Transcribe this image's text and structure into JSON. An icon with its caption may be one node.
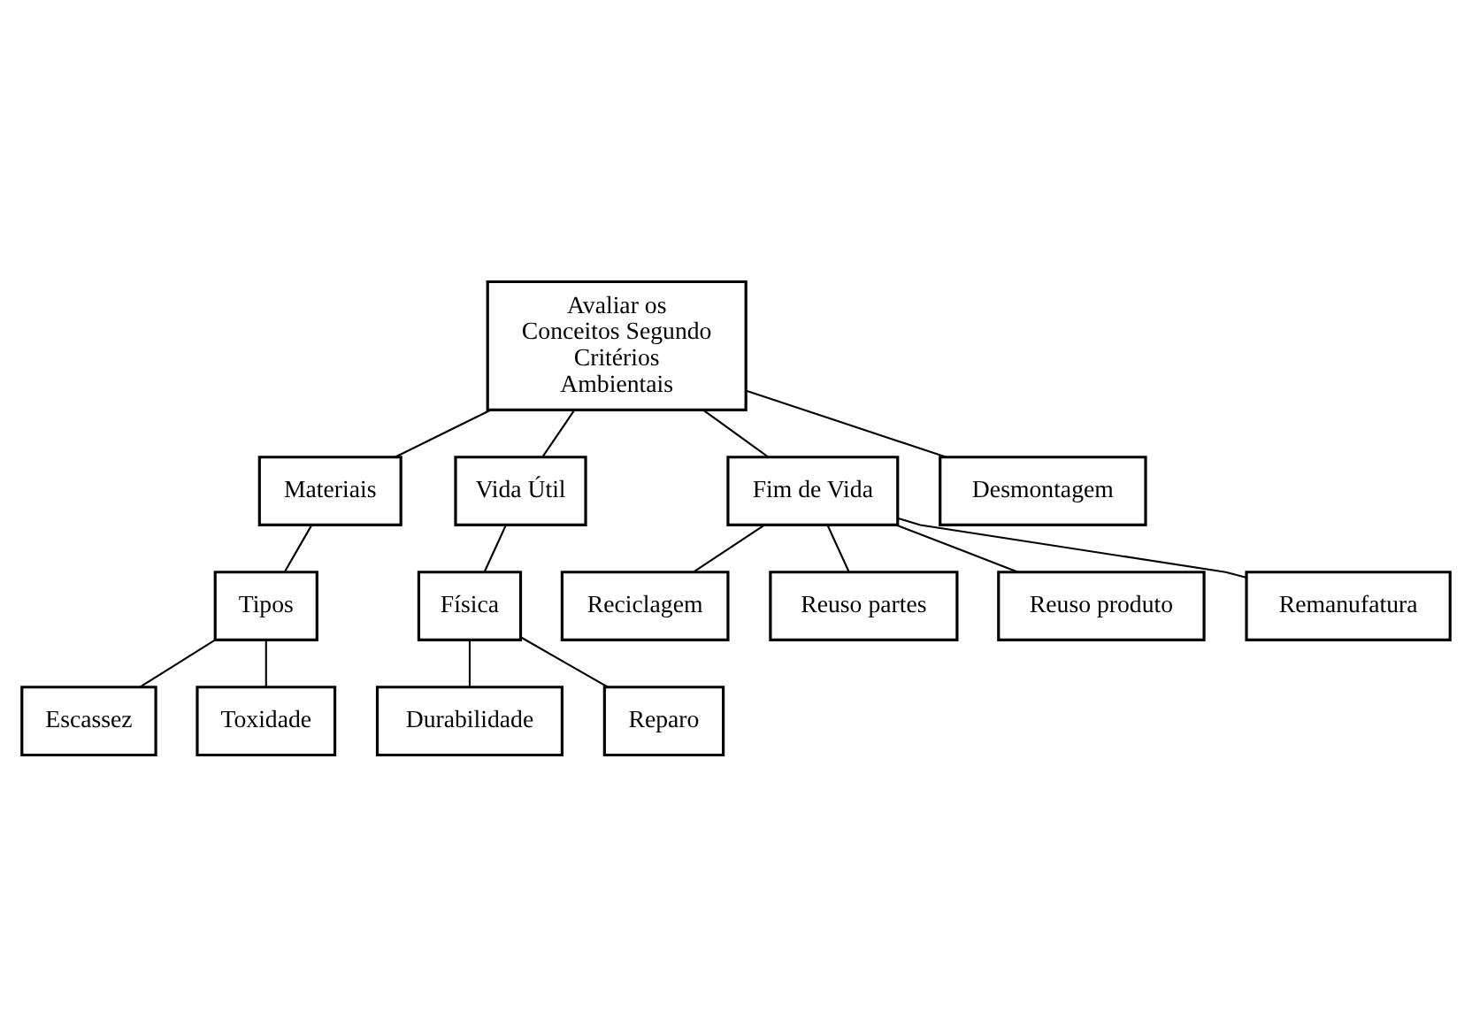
{
  "diagram": {
    "nodes": [
      {
        "text": [
          "Avaliar os Conceitos Segundo Critérios Ambientais"
        ]
      },
      {
        "text": [
          "Materiais"
        ]
      },
      {
        "text": [
          "Vida Útil"
        ]
      },
      {
        "text": [
          "Fim de Vida"
        ]
      },
      {
        "text": [
          "Desmontagem"
        ]
      },
      {
        "text": [
          "Tipos"
        ]
      },
      {
        "text": [
          "Física"
        ]
      },
      {
        "text": [
          "Escassez"
        ]
      },
      {
        "text": [
          "Toxidade"
        ]
      },
      {
        "text": [
          "Durabilidade"
        ]
      },
      {
        "text": [
          "Reparo"
        ]
      },
      {
        "text": [
          "Reciclagem"
        ]
      },
      {
        "text": [
          "Reuso partes"
        ]
      },
      {
        "text": [
          "Reuso produto"
        ]
      },
      {
        "text": [
          "Remanufatura"
        ]
      }
    ],
    "edges": [
      {
        "from": 0,
        "to": 1,
        "arrow": "none"
      },
      {
        "from": 0,
        "to": 2,
        "arrow": "none"
      },
      {
        "from": 0,
        "to": 3,
        "arrow": "none"
      },
      {
        "from": 0,
        "to": 4,
        "arrow": "none"
      },
      {
        "from": 1,
        "to": 5,
        "arrow": "none"
      },
      {
        "from": 5,
        "to": 7,
        "arrow": "none"
      },
      {
        "from": 5,
        "to": 8,
        "arrow": "none"
      },
      {
        "from": 2,
        "to": 6,
        "arrow": "none"
      },
      {
        "from": 6,
        "to": 9,
        "arrow": "none"
      },
      {
        "from": 6,
        "to": 10,
        "arrow": "none"
      },
      {
        "from": 3,
        "to": 11,
        "arrow": "none"
      },
      {
        "from": 3,
        "to": 12,
        "arrow": "none"
      },
      {
        "from": 3,
        "to": 13,
        "arrow": "none"
      },
      {
        "from": 3,
        "to": 14,
        "arrow": "none"
      }
    ]
  }
}
